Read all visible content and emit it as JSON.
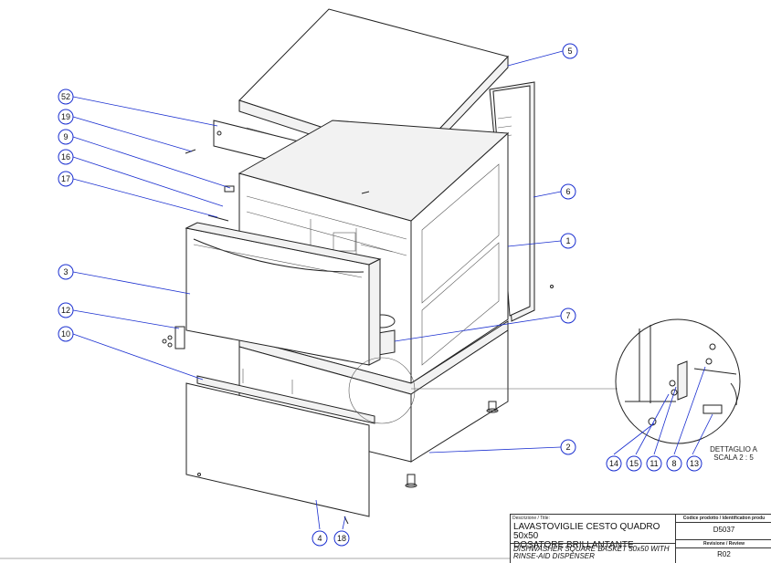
{
  "drawing": {
    "callouts": {
      "c5": "5",
      "c52": "52",
      "c19": "19",
      "c9": "9",
      "c16": "16",
      "c17": "17",
      "c6": "6",
      "c1": "1",
      "c3": "3",
      "c12": "12",
      "c7": "7",
      "c10": "10",
      "c2": "2",
      "c4": "4",
      "c18": "18",
      "c14": "14",
      "c15": "15",
      "c11": "11",
      "c8": "8",
      "c13": "13"
    },
    "detail_label_line1": "DETTAGLIO A",
    "detail_label_line2": "SCALA 2 : 5",
    "leader_color": "#1a2fd0"
  },
  "title_block": {
    "description_label": "Descrizione / Title:",
    "title_it_line1": "LAVASTOVIGLIE CESTO QUADRO 50x50",
    "title_it_line2": "DOSATORE BRILLANTANTE",
    "title_en_line1": "DISHWASHER SQUARE BASKET 50x50 WITH",
    "title_en_line2": "RINSE-AID DISPENSER",
    "code_label": "Codice prodotto / Identification produ",
    "code_value": "D5037",
    "revision_label": "Revisione / Review",
    "revision_value": "R02"
  }
}
